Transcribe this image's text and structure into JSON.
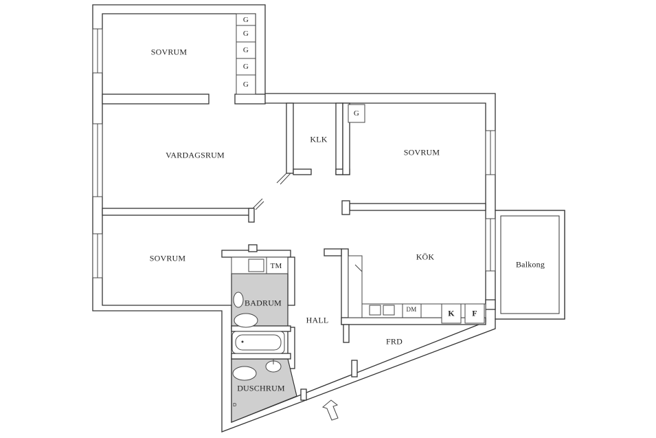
{
  "rooms": {
    "sovrum_top": "SOVRUM",
    "vardagsrum": "VARDAGSRUM",
    "klk": "KLK",
    "sovrum_right": "SOVRUM",
    "sovrum_left": "SOVRUM",
    "kok": "KÖK",
    "balkong": "Balkong",
    "badrum": "BADRUM",
    "hall": "HALL",
    "frd": "FRD",
    "duschrum": "DUSCHRUM"
  },
  "fixtures": {
    "g": "G",
    "tm": "TM",
    "dm": "DM",
    "k": "K",
    "f": "F"
  },
  "colors": {
    "wall_stroke": "#333333",
    "wet_room_fill": "#cfcfcf"
  },
  "icons": [
    "entrance-arrow-icon",
    "window-icon"
  ]
}
